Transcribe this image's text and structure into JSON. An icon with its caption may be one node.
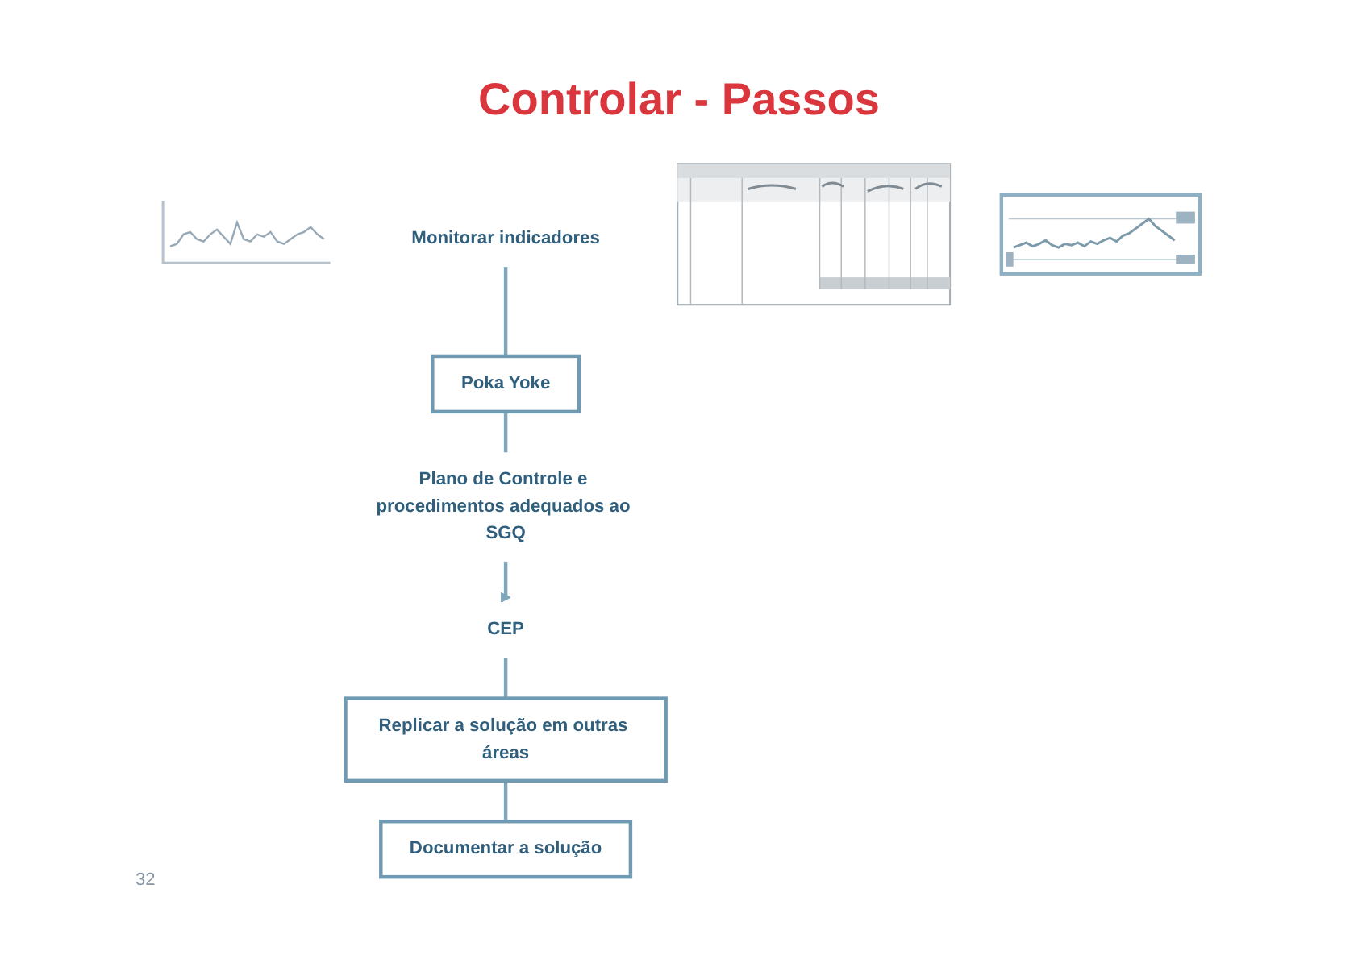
{
  "diagram": {
    "title": "Controlar - Passos",
    "nodes": [
      {
        "text": [],
        "shape": "picture"
      },
      {
        "text": [
          "Monitorar indicadores"
        ]
      },
      {
        "text": [
          "Poka Yoke"
        ]
      },
      {
        "text": [],
        "shape": "picture"
      },
      {
        "text": [
          "Plano de Controle e procedimentos adequados ao SGQ"
        ]
      },
      {
        "text": [],
        "shape": "picture"
      },
      {
        "text": [
          "CEP"
        ]
      },
      {
        "text": [
          "Replicar a solução em outras áreas"
        ]
      },
      {
        "text": [
          "Documentar a solução"
        ]
      }
    ],
    "edges": [
      {
        "from": 1,
        "to": 2,
        "arrow": "none"
      },
      {
        "from": 2,
        "to": 4,
        "arrow": "none"
      },
      {
        "from": 4,
        "to": 6,
        "arrow": "to"
      },
      {
        "from": 6,
        "to": 7,
        "arrow": "none"
      },
      {
        "from": 7,
        "to": 8,
        "arrow": "none"
      }
    ],
    "labels": [
      "32"
    ]
  }
}
